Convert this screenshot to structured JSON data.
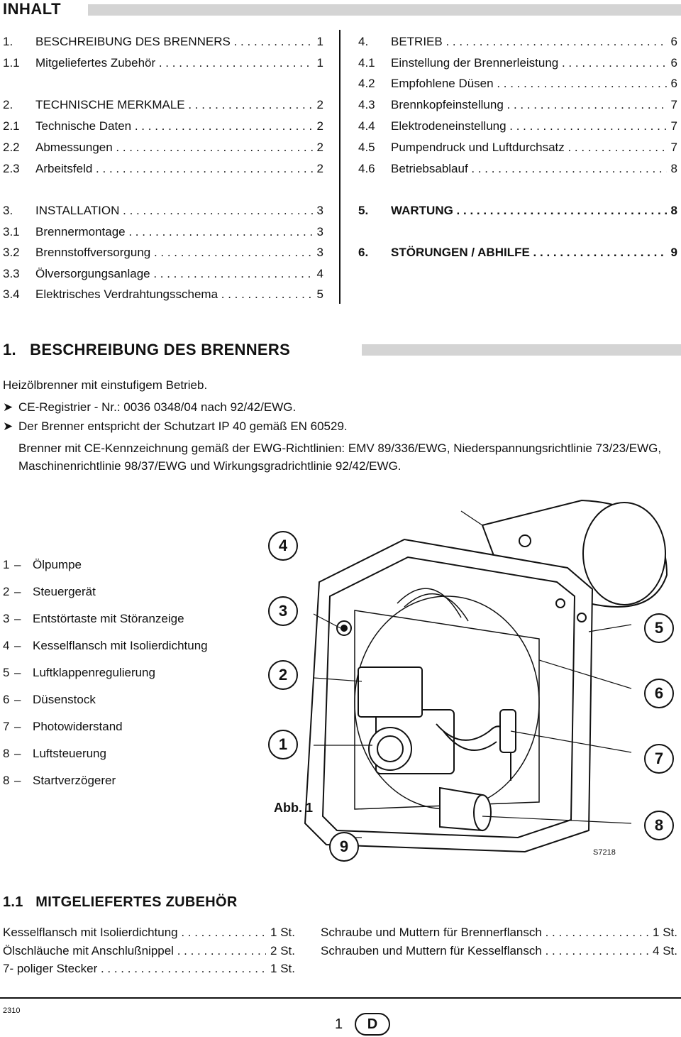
{
  "header": {
    "title": "INHALT"
  },
  "toc_left": [
    {
      "num": "1.",
      "label": "BESCHREIBUNG DES BRENNERS",
      "page": "1",
      "bold": false
    },
    {
      "num": "1.1",
      "label": "Mitgeliefertes Zubehör",
      "page": "1",
      "bold": false
    },
    {
      "num": "2.",
      "label": "TECHNISCHE MERKMALE",
      "page": "2",
      "bold": false
    },
    {
      "num": "2.1",
      "label": "Technische Daten",
      "page": "2",
      "bold": false
    },
    {
      "num": "2.2",
      "label": "Abmessungen",
      "page": "2",
      "bold": false
    },
    {
      "num": "2.3",
      "label": "Arbeitsfeld",
      "page": "2",
      "bold": false
    },
    {
      "num": "3.",
      "label": "INSTALLATION",
      "page": "3",
      "bold": false
    },
    {
      "num": "3.1",
      "label": "Brennermontage",
      "page": "3",
      "bold": false
    },
    {
      "num": "3.2",
      "label": "Brennstoffversorgung",
      "page": "3",
      "bold": false
    },
    {
      "num": "3.3",
      "label": "Ölversorgungsanlage",
      "page": "4",
      "bold": false
    },
    {
      "num": "3.4",
      "label": "Elektrisches Verdrahtungsschema",
      "page": "5",
      "bold": false
    }
  ],
  "toc_right": [
    {
      "num": "4.",
      "label": "BETRIEB",
      "page": "6",
      "bold": false
    },
    {
      "num": "4.1",
      "label": "Einstellung der Brennerleistung",
      "page": "6",
      "bold": false
    },
    {
      "num": "4.2",
      "label": "Empfohlene Düsen",
      "page": "6",
      "bold": false
    },
    {
      "num": "4.3",
      "label": "Brennkopfeinstellung",
      "page": "7",
      "bold": false
    },
    {
      "num": "4.4",
      "label": "Elektrodeneinstellung",
      "page": "7",
      "bold": false
    },
    {
      "num": "4.5",
      "label": "Pumpendruck und Luftdurchsatz",
      "page": "7",
      "bold": false
    },
    {
      "num": "4.6",
      "label": "Betriebsablauf",
      "page": "8",
      "bold": false
    },
    {
      "num": "5.",
      "label": "WARTUNG",
      "page": "8",
      "bold": true
    },
    {
      "num": "6.",
      "label": "STÖRUNGEN / ABHILFE",
      "page": "9",
      "bold": true
    }
  ],
  "section1": {
    "title": "1.   BESCHREIBUNG DES BRENNERS",
    "intro": "Heizölbrenner mit einstufigem Betrieb.",
    "bullet_symbol": "➤",
    "bullets": [
      "CE-Registrier - Nr.: 0036 0348/04 nach 92/42/EWG.",
      "Der Brenner entspricht der Schutzart IP 40 gemäß  EN 60529.",
      "Brenner mit CE-Kennzeichnung gemäß der EWG-Richtlinien: EMV 89/336/EWG, Niederspannungsrichtlinie 73/23/EWG, Maschinenrichtlinie 98/37/EWG und Wirkungsgradrichtlinie 92/42/EWG."
    ]
  },
  "legend": [
    {
      "n": "1",
      "label": "Ölpumpe"
    },
    {
      "n": "2",
      "label": "Steuergerät"
    },
    {
      "n": "3",
      "label": "Entstörtaste mit Störanzeige"
    },
    {
      "n": "4",
      "label": "Kesselflansch mit Isolierdichtung"
    },
    {
      "n": "5",
      "label": "Luftklappenregulierung"
    },
    {
      "n": "6",
      "label": "Düsenstock"
    },
    {
      "n": "7",
      "label": "Photowiderstand"
    },
    {
      "n": "8",
      "label": "Luftsteuerung"
    },
    {
      "n": "8",
      "label": "Startverzögerer"
    }
  ],
  "legend_dash": "–",
  "callouts": [
    "4",
    "3",
    "2",
    "1",
    "5",
    "6",
    "7",
    "8",
    "9"
  ],
  "figure": {
    "label": "Abb. 1",
    "code": "S7218"
  },
  "section11": {
    "title": "1.1   MITGELIEFERTES ZUBEHÖR",
    "left": [
      {
        "label": "Kesselflansch mit Isolierdichtung",
        "qty": "1 St."
      },
      {
        "label": "Ölschläuche mit Anschlußnippel",
        "qty": "2 St."
      },
      {
        "label": "7- poliger Stecker",
        "qty": "1 St."
      }
    ],
    "right": [
      {
        "label": "Schraube und Muttern für Brennerflansch",
        "qty": "1 St."
      },
      {
        "label": "Schrauben und Muttern für Kesselflansch",
        "qty": "4 St."
      }
    ]
  },
  "footer": {
    "code": "2310",
    "page": "1",
    "lang": "D"
  }
}
